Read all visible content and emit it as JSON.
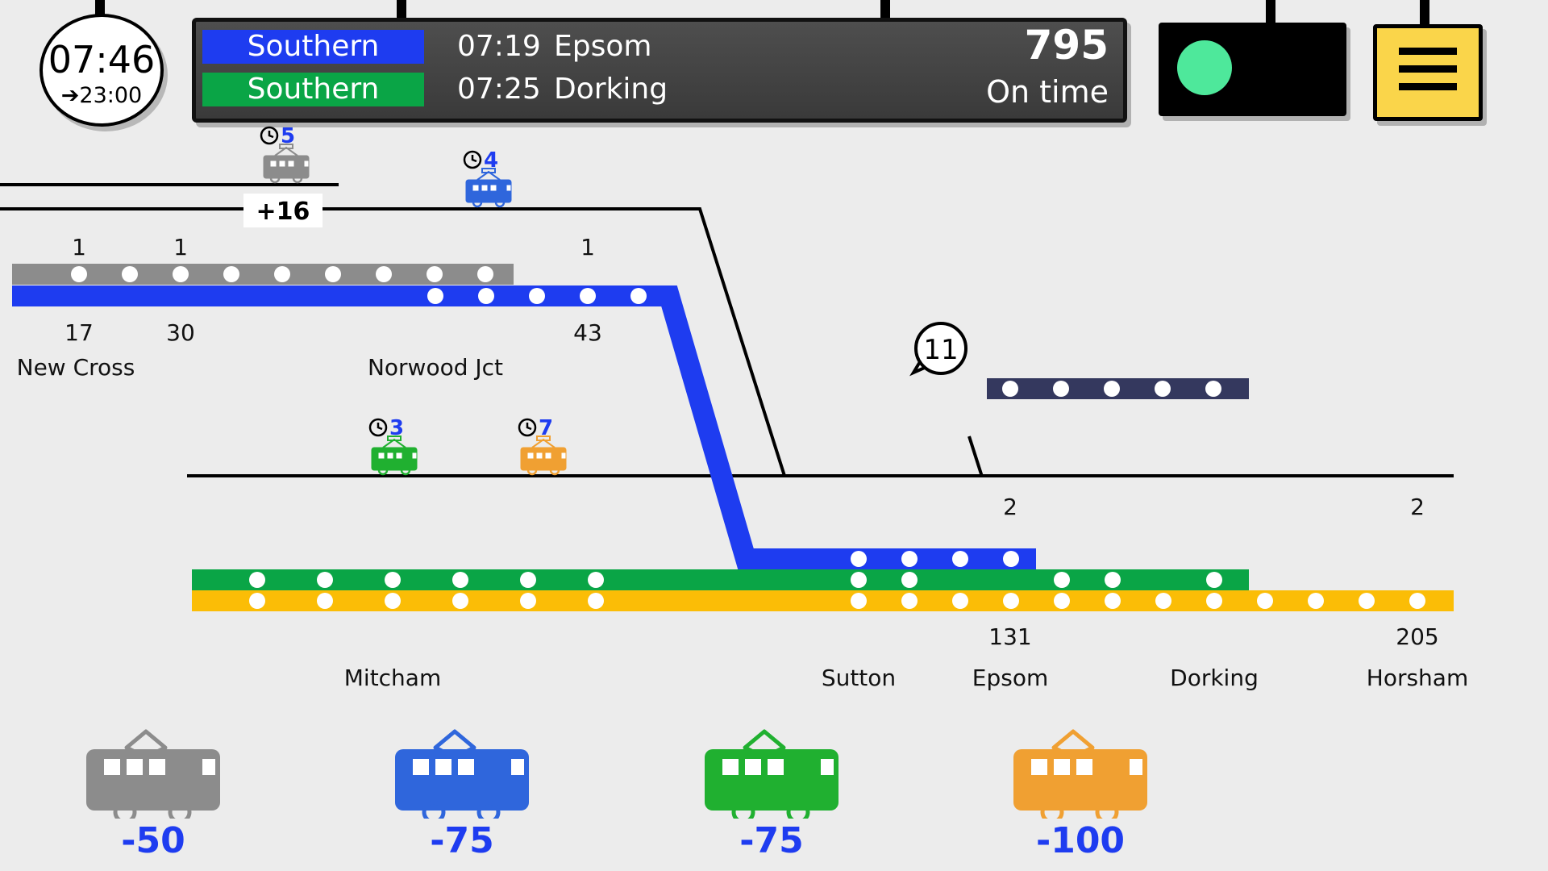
{
  "clock": {
    "time": "07:46",
    "end_time": "➔23:00"
  },
  "board": {
    "departures": [
      {
        "operator": "Southern",
        "time": "07:19",
        "destination": "Epsom",
        "color": "#1e3cf0"
      },
      {
        "operator": "Southern",
        "time": "07:25",
        "destination": "Dorking",
        "color": "#0aa546"
      }
    ],
    "score": "795",
    "status": "On time"
  },
  "signal": {
    "state": "green",
    "lamp_color": "#4ee89b"
  },
  "menu": {
    "icon": "hamburger-icon"
  },
  "delay": {
    "label": "+16"
  },
  "bubble": {
    "label": "11"
  },
  "stations": {
    "new_cross": "New Cross",
    "norwood_jct": "Norwood Jct",
    "mitcham": "Mitcham",
    "sutton": "Sutton",
    "epsom": "Epsom",
    "dorking": "Dorking",
    "horsham": "Horsham"
  },
  "counts": {
    "c1a": "1",
    "c1b": "1",
    "c1c": "1",
    "c17": "17",
    "c30": "30",
    "c43": "43",
    "c2a": "2",
    "c2b": "2",
    "c131": "131",
    "c205": "205"
  },
  "map_trains": [
    {
      "color": "gray",
      "wait": "5"
    },
    {
      "color": "blue",
      "wait": "4"
    },
    {
      "color": "green",
      "wait": "3"
    },
    {
      "color": "orange",
      "wait": "7"
    }
  ],
  "line_colors": {
    "gray": "#8c8c8c",
    "blue": "#1e3cf0",
    "green": "#0aa546",
    "yellow": "#fbbd06",
    "navy": "#34385e"
  },
  "shop": [
    {
      "name": "gray-train",
      "color": "#8c8c8c",
      "price": "-50"
    },
    {
      "name": "blue-train",
      "color": "#2f66dc",
      "price": "-75"
    },
    {
      "name": "green-train",
      "color": "#20b030",
      "price": "-75"
    },
    {
      "name": "orange-train",
      "color": "#f0a032",
      "price": "-100"
    }
  ]
}
